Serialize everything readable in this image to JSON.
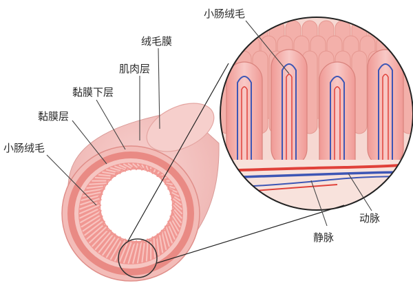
{
  "labels": {
    "villus_top": "小肠绒毛",
    "serosa": "绒毛膜",
    "muscle": "肌肉层",
    "submucosa": "黏膜下层",
    "mucosa": "黏膜层",
    "villus_left": "小肠绒毛",
    "artery": "动脉",
    "vein": "静脉"
  },
  "colors": {
    "outer_tissue": "#f4c7c5",
    "muscle_band": "#e98a84",
    "inner_pink": "#f2b0ab",
    "artery": "#e0413a",
    "vein": "#3d56b5",
    "outline": "#222222"
  }
}
